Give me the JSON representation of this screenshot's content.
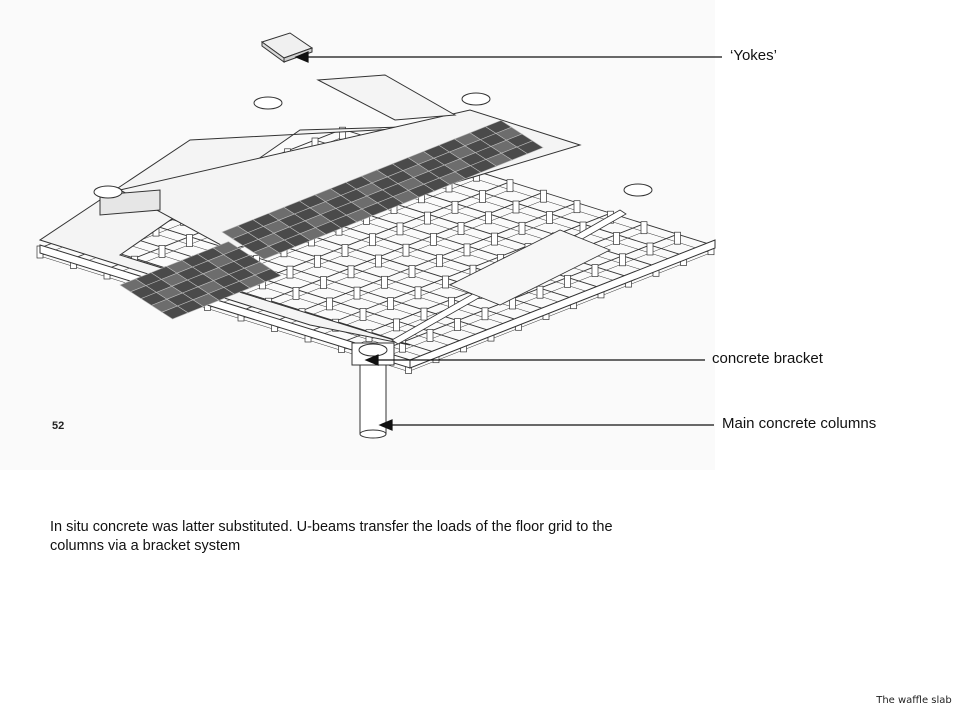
{
  "callouts": {
    "yokes": "‘Yokes’",
    "bracket": "concrete bracket",
    "columns": "Main concrete columns"
  },
  "figure_number": "52",
  "caption": "In situ concrete was latter substituted. U-beams transfer the loads of the floor grid to the columns via a bracket system",
  "footer": "The waffle slab",
  "colors": {
    "line": "#333333",
    "panel_dark": "#4a4a4a",
    "panel_mid": "#6d6d6d",
    "slab_light": "#f4f4f4"
  }
}
